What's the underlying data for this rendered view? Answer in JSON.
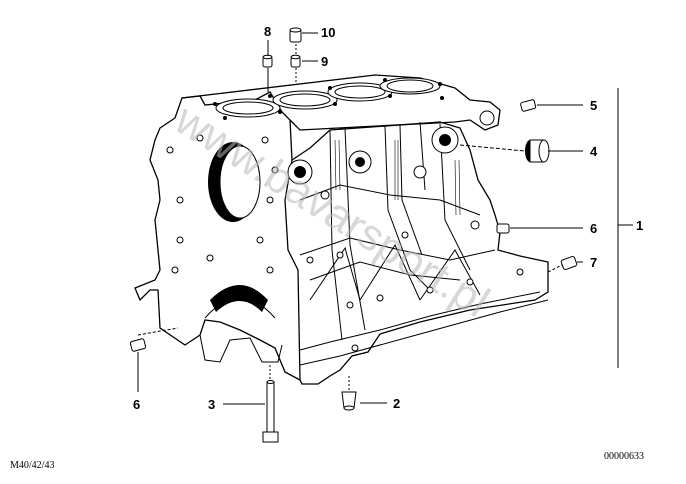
{
  "diagram": {
    "callouts": [
      {
        "id": "c1",
        "label": "1"
      },
      {
        "id": "c2",
        "label": "2"
      },
      {
        "id": "c3",
        "label": "3"
      },
      {
        "id": "c4",
        "label": "4"
      },
      {
        "id": "c5",
        "label": "5"
      },
      {
        "id": "c6a",
        "label": "6"
      },
      {
        "id": "c6b",
        "label": "6"
      },
      {
        "id": "c7",
        "label": "7"
      },
      {
        "id": "c8",
        "label": "8"
      },
      {
        "id": "c9",
        "label": "9"
      },
      {
        "id": "c10",
        "label": "10"
      }
    ],
    "model_code": "M40/42/43",
    "drawing_number": "00000633",
    "watermark": "www.bavarsport.pl"
  }
}
